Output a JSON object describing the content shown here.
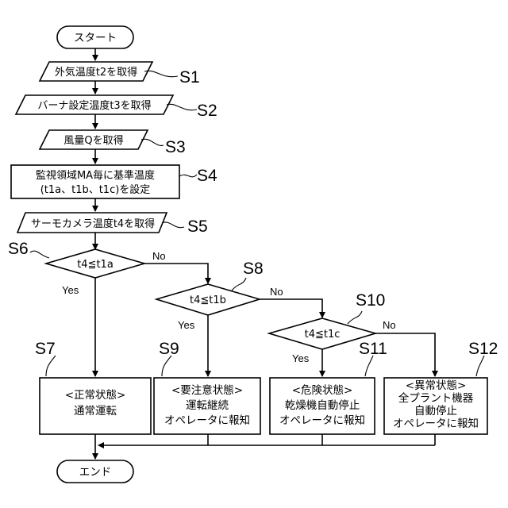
{
  "start": "スタート",
  "end": "エンド",
  "s1": {
    "label": "S1",
    "text": "外気温度t2を取得"
  },
  "s2": {
    "label": "S2",
    "text": "バーナ設定温度t3を取得"
  },
  "s3": {
    "label": "S3",
    "text": "風量Qを取得"
  },
  "s4": {
    "label": "S4",
    "line1": "監視領域MA毎に基準温度",
    "line2": "(t1a、t1b、t1c)を設定"
  },
  "s5": {
    "label": "S5",
    "text": "サーモカメラ温度t4を取得"
  },
  "s6": {
    "label": "S6",
    "text": "t4≦t1a",
    "yes": "Yes",
    "no": "No"
  },
  "s7": {
    "label": "S7",
    "line1": "<正常状態>",
    "line2": "通常運転"
  },
  "s8": {
    "label": "S8",
    "text": "t4≦t1b",
    "yes": "Yes",
    "no": "No"
  },
  "s9": {
    "label": "S9",
    "line1": "<要注意状態>",
    "line2": "運転継続",
    "line3": "オペレータに報知"
  },
  "s10": {
    "label": "S10",
    "text": "t4≦t1c",
    "yes": "Yes",
    "no": "No"
  },
  "s11": {
    "label": "S11",
    "line1": "<危険状態>",
    "line2": "乾燥機自動停止",
    "line3": "オペレータに報知"
  },
  "s12": {
    "label": "S12",
    "line1": "<異常状態>",
    "line2": "全プラント機器",
    "line3": "自動停止",
    "line4": "オペレータに報知"
  }
}
